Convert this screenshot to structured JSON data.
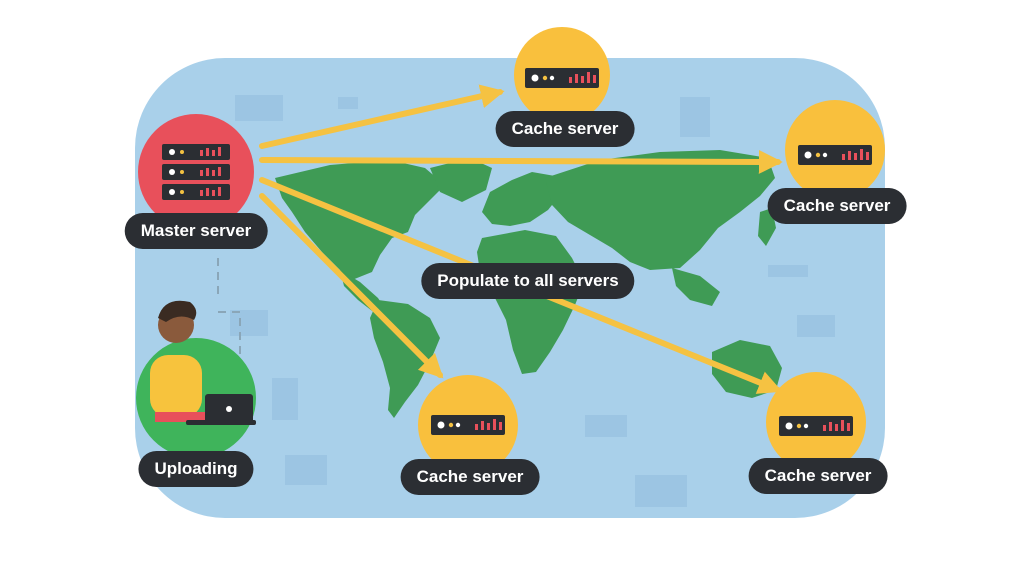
{
  "colors": {
    "map_bg": "#a9d0ea",
    "land": "#3f9b55",
    "arrow": "#f5c242",
    "cache_circle": "#f9c03d",
    "master_circle": "#e8505b",
    "uploading_circle": "#3fb45b",
    "label_bg": "#2b2e33",
    "label_text": "#ffffff",
    "server_unit": "#2b2e33",
    "led_yellow": "#f5c242",
    "led_red": "#e8505b"
  },
  "master": {
    "label": "Master server",
    "icon": "server-rack-icon"
  },
  "uploader": {
    "label": "Uploading",
    "icon": "person-laptop-icon"
  },
  "center_label": "Populate to all servers",
  "caches": [
    {
      "label": "Cache server",
      "icon": "server-unit-icon"
    },
    {
      "label": "Cache server",
      "icon": "server-unit-icon"
    },
    {
      "label": "Cache server",
      "icon": "server-unit-icon"
    },
    {
      "label": "Cache server",
      "icon": "server-unit-icon"
    }
  ]
}
